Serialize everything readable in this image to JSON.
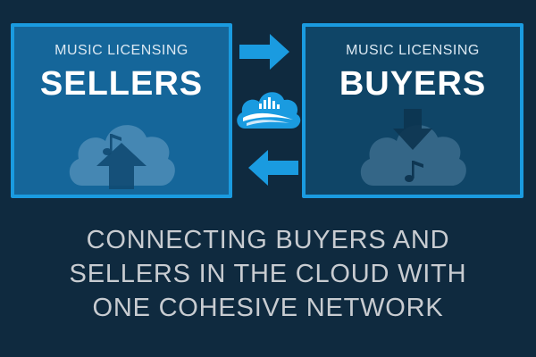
{
  "sellers": {
    "subtitle": "MUSIC LICENSING",
    "title": "SELLERS",
    "icon": "cloud-upload-music-icon"
  },
  "buyers": {
    "subtitle": "MUSIC LICENSING",
    "title": "BUYERS",
    "icon": "cloud-download-music-icon"
  },
  "connectors": {
    "top_arrow": "arrow-right-icon",
    "bottom_arrow": "arrow-left-icon",
    "center_logo": "cloud-logo-icon"
  },
  "tagline": {
    "line1": "CONNECTING BUYERS AND",
    "line2": "SELLERS IN THE CLOUD WITH",
    "line3": "ONE COHESIVE NETWORK"
  },
  "colors": {
    "background": "#0f2a3f",
    "accent_blue": "#1a9be0",
    "sellers_panel": "#15669a",
    "buyers_panel": "#0f4567",
    "tagline_text": "#c8ccd1"
  }
}
